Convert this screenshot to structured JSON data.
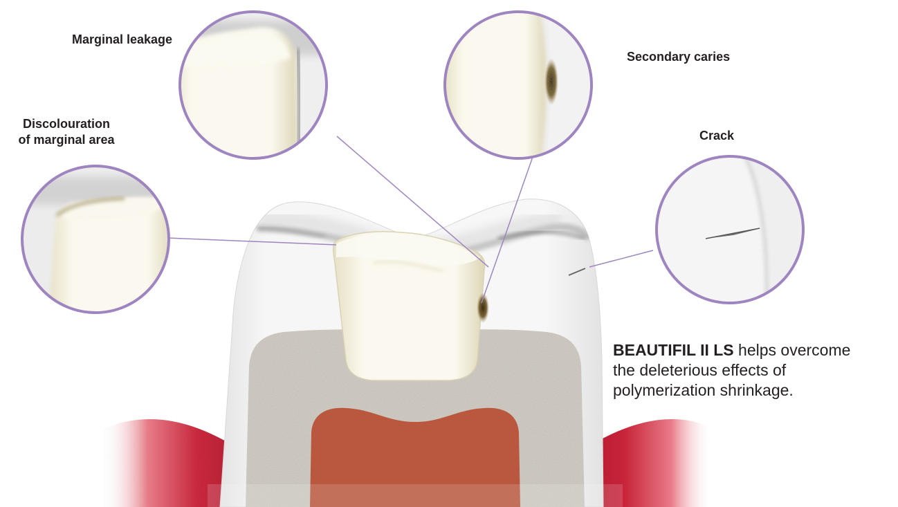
{
  "labels": {
    "marginal_leakage": "Marginal leakage",
    "secondary_caries": "Secondary caries",
    "discolouration_line1": "Discolouration",
    "discolouration_line2": "of marginal area",
    "crack": "Crack"
  },
  "caption": {
    "brand": "BEAUTIFIL II LS",
    "text_line1": " helps overcome",
    "text_line2": "the deleterious effects of",
    "text_line3": "polymerization shrinkage."
  },
  "colors": {
    "callout_ring": "#9e85c0",
    "leader_line": "#9e85c0",
    "gum": "#c8243a",
    "pulp": "#b9583f",
    "dentin": "#cfcbc3",
    "enamel": "#eeeeee",
    "filling": "#f2efdd",
    "caries": "#6b5530",
    "text": "#231f20"
  },
  "icons": {
    "detail_marginal_leakage": "filling-edge-gap-icon",
    "detail_secondary_caries": "caries-spot-icon",
    "detail_discolouration": "stained-margin-icon",
    "detail_crack": "enamel-crack-icon"
  }
}
